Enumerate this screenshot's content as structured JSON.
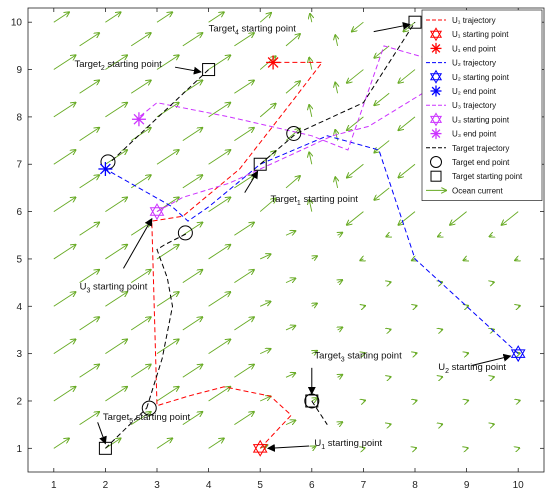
{
  "chart_data": {
    "type": "line",
    "xlim": [
      0.5,
      10.5
    ],
    "ylim": [
      0.5,
      10.3
    ],
    "x_ticks": [
      "1",
      "2",
      "3",
      "4",
      "5",
      "6",
      "7",
      "8",
      "9",
      "10"
    ],
    "y_ticks": [
      "1",
      "2",
      "3",
      "4",
      "5",
      "6",
      "7",
      "8",
      "9",
      "10"
    ],
    "grid": false,
    "legend_position": "top-right",
    "colors": {
      "u1": "#ff0000",
      "u2": "#0000ff",
      "u3": "#cc33ff",
      "target": "#000000",
      "current": "#66aa22"
    },
    "legend": [
      {
        "text": "U₁ trajectory",
        "kind": "dash",
        "color": "#ff0000"
      },
      {
        "text": "U₁ starting point",
        "kind": "hexagram",
        "color": "#ff0000"
      },
      {
        "text": "U₁ end point",
        "kind": "asterisk",
        "color": "#ff0000"
      },
      {
        "text": "U₂ trajectory",
        "kind": "dash",
        "color": "#0000ff"
      },
      {
        "text": "U₂ starting point",
        "kind": "hexagram",
        "color": "#0000ff"
      },
      {
        "text": "U₂ end point",
        "kind": "asterisk",
        "color": "#0000ff"
      },
      {
        "text": "U₃ trajectory",
        "kind": "dash",
        "color": "#cc33ff"
      },
      {
        "text": "U₃ starting point",
        "kind": "hexagram",
        "color": "#cc33ff"
      },
      {
        "text": "U₃ end point",
        "kind": "asterisk",
        "color": "#cc33ff"
      },
      {
        "text": "Target trajectory",
        "kind": "dash",
        "color": "#000000"
      },
      {
        "text": "Target end point",
        "kind": "circle",
        "color": "#000000"
      },
      {
        "text": "Target starting point",
        "kind": "square",
        "color": "#000000"
      },
      {
        "text": "Ocean current",
        "kind": "arrow",
        "color": "#66aa22"
      }
    ],
    "series": [
      {
        "name": "U₁ trajectory",
        "color": "#ff0000",
        "x": [
          5.0,
          5.6,
          5.2,
          4.3,
          3.6,
          3.0,
          2.9,
          3.5,
          4.6,
          5.6,
          6.2,
          5.2
        ],
        "y": [
          1.0,
          1.7,
          2.1,
          2.3,
          2.1,
          1.9,
          5.8,
          5.9,
          6.9,
          8.3,
          9.15,
          9.15
        ]
      },
      {
        "name": "U₂ trajectory",
        "color": "#0000ff",
        "x": [
          10.0,
          8.0,
          7.3,
          6.3,
          5.0,
          4.0,
          3.6,
          3.3,
          2.0
        ],
        "y": [
          3.0,
          5.0,
          7.3,
          7.6,
          7.0,
          6.1,
          5.8,
          6.1,
          6.9
        ]
      },
      {
        "name": "U₃ trajectory",
        "color": "#cc33ff",
        "x": [
          3.0,
          3.5,
          4.4,
          5.0,
          5.6,
          6.4,
          7.1,
          8.3,
          9.0,
          7.4,
          6.7,
          6.0,
          4.4,
          3.0,
          2.6
        ],
        "y": [
          6.0,
          6.3,
          6.6,
          6.9,
          7.2,
          7.6,
          7.8,
          8.6,
          9.0,
          9.5,
          7.3,
          7.6,
          8.0,
          8.3,
          7.95
        ]
      },
      {
        "name": "Target trajectory",
        "color": "#000000",
        "segments": [
          {
            "x": [
              2.0,
              2.8
            ],
            "y": [
              1.0,
              1.85
            ]
          },
          {
            "x": [
              2.8,
              3.1,
              3.3,
              3.2,
              3.0,
              3.15,
              3.6
            ],
            "y": [
              1.85,
              2.9,
              4.0,
              4.6,
              5.2,
              5.3,
              5.55
            ]
          },
          {
            "x": [
              5.0,
              5.7,
              7.0,
              8.0
            ],
            "y": [
              7.0,
              7.65,
              8.3,
              10.0
            ]
          },
          {
            "x": [
              4.0,
              2.1
            ],
            "y": [
              9.0,
              7.05
            ]
          },
          {
            "x": [
              6.0,
              6.3
            ],
            "y": [
              2.0,
              1.5
            ]
          }
        ]
      }
    ],
    "u_start_points": [
      {
        "id": "U1",
        "x": 5.0,
        "y": 1.0,
        "color": "#ff0000"
      },
      {
        "id": "U2",
        "x": 10.0,
        "y": 3.0,
        "color": "#0000ff"
      },
      {
        "id": "U3",
        "x": 3.0,
        "y": 6.0,
        "color": "#cc33ff"
      }
    ],
    "u_end_points": [
      {
        "id": "U1",
        "x": 5.25,
        "y": 9.15,
        "color": "#ff0000"
      },
      {
        "id": "U2",
        "x": 2.0,
        "y": 6.9,
        "color": "#0000ff"
      },
      {
        "id": "U3",
        "x": 2.65,
        "y": 7.95,
        "color": "#cc33ff"
      }
    ],
    "target_start_points": [
      {
        "x": 5.0,
        "y": 7.0
      },
      {
        "x": 4.0,
        "y": 9.0
      },
      {
        "x": 6.0,
        "y": 2.0
      },
      {
        "x": 8.0,
        "y": 10.0
      },
      {
        "x": 2.0,
        "y": 1.0
      }
    ],
    "target_end_points": [
      {
        "x": 2.05,
        "y": 7.05
      },
      {
        "x": 5.65,
        "y": 7.65
      },
      {
        "x": 3.55,
        "y": 5.55
      },
      {
        "x": 2.85,
        "y": 1.85
      },
      {
        "x": 6.0,
        "y": 2.0
      }
    ],
    "annotations": [
      {
        "label": "Target",
        "sub": "4",
        "rest": " starting point",
        "tx": 4.0,
        "ty": 9.8,
        "ax": 7.2,
        "ay": 9.8,
        "hx": 7.9,
        "hy": 9.95
      },
      {
        "label": "Target",
        "sub": "2",
        "rest": " starting point",
        "tx": 1.4,
        "ty": 9.05,
        "ax": 3.35,
        "ay": 9.05,
        "hx": 3.85,
        "hy": 8.95
      },
      {
        "label": "Target",
        "sub": "1",
        "rest": " starting point",
        "tx": 5.2,
        "ty": 6.2,
        "ax": 4.7,
        "ay": 6.4,
        "hx": 4.95,
        "hy": 6.85
      },
      {
        "label": "U",
        "sub": "3",
        "rest": " starting point",
        "tx": 1.5,
        "ty": 4.35,
        "ax": 2.35,
        "ay": 4.8,
        "hx": 2.9,
        "hy": 5.85
      },
      {
        "label": "Target",
        "sub": "3",
        "rest": " starting point",
        "tx": 6.05,
        "ty": 2.9,
        "ax": 6.0,
        "ay": 2.7,
        "hx": 6.0,
        "hy": 2.15
      },
      {
        "label": "U",
        "sub": "2",
        "rest": " starting point",
        "tx": 8.45,
        "ty": 2.65,
        "ax": 9.1,
        "ay": 2.75,
        "hx": 9.85,
        "hy": 2.95
      },
      {
        "label": "Target",
        "sub": "5",
        "rest": " starting point",
        "tx": 1.95,
        "ty": 1.6,
        "ax": 1.85,
        "ay": 1.55,
        "hx": 2.0,
        "hy": 1.1
      },
      {
        "label": "U",
        "sub": "1",
        "rest": " starting point",
        "tx": 6.05,
        "ty": 1.05,
        "ax": 5.95,
        "ay": 1.05,
        "hx": 5.15,
        "hy": 1.0
      }
    ]
  }
}
